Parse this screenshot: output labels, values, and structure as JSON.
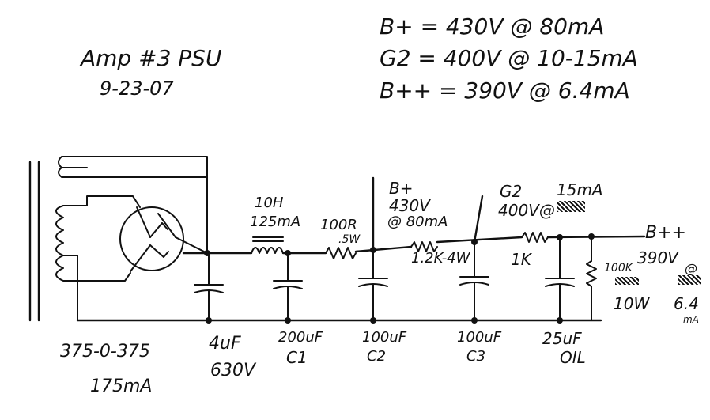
{
  "title": "Amp #3 PSU",
  "date": "9-23-07",
  "specs": [
    "B+ = 430V @ 80mA",
    "G2 = 400V @ 10-15mA",
    "B++ = 390V @ 6.4mA"
  ],
  "transformer": {
    "rating": "375-0-375",
    "current": "175mA"
  },
  "choke": {
    "inductance": "10H",
    "current": "125mA"
  },
  "r1": {
    "value": "100R",
    "power": ".5W"
  },
  "r2": {
    "value": "1.2K-4W"
  },
  "r3": {
    "value": "1K"
  },
  "r4": {
    "value": "100K",
    "power": "10W"
  },
  "nodes": {
    "bplus": {
      "name": "B+",
      "voltage": "430V",
      "current": "@ 80mA"
    },
    "g2": {
      "name": "G2",
      "voltage": "400V@",
      "current": "15mA"
    },
    "bplusplus": {
      "name": "B++",
      "voltage": "390V",
      "at": "@",
      "current": "6.4",
      "unit": "mA"
    }
  },
  "caps": {
    "c0": {
      "value": "4uF",
      "voltage": "630V"
    },
    "c1": {
      "value": "200uF",
      "name": "C1"
    },
    "c2": {
      "value": "100uF",
      "name": "C2"
    },
    "c3": {
      "value": "100uF",
      "name": "C3"
    },
    "c4": {
      "value": "25uF",
      "name": "OIL"
    }
  }
}
